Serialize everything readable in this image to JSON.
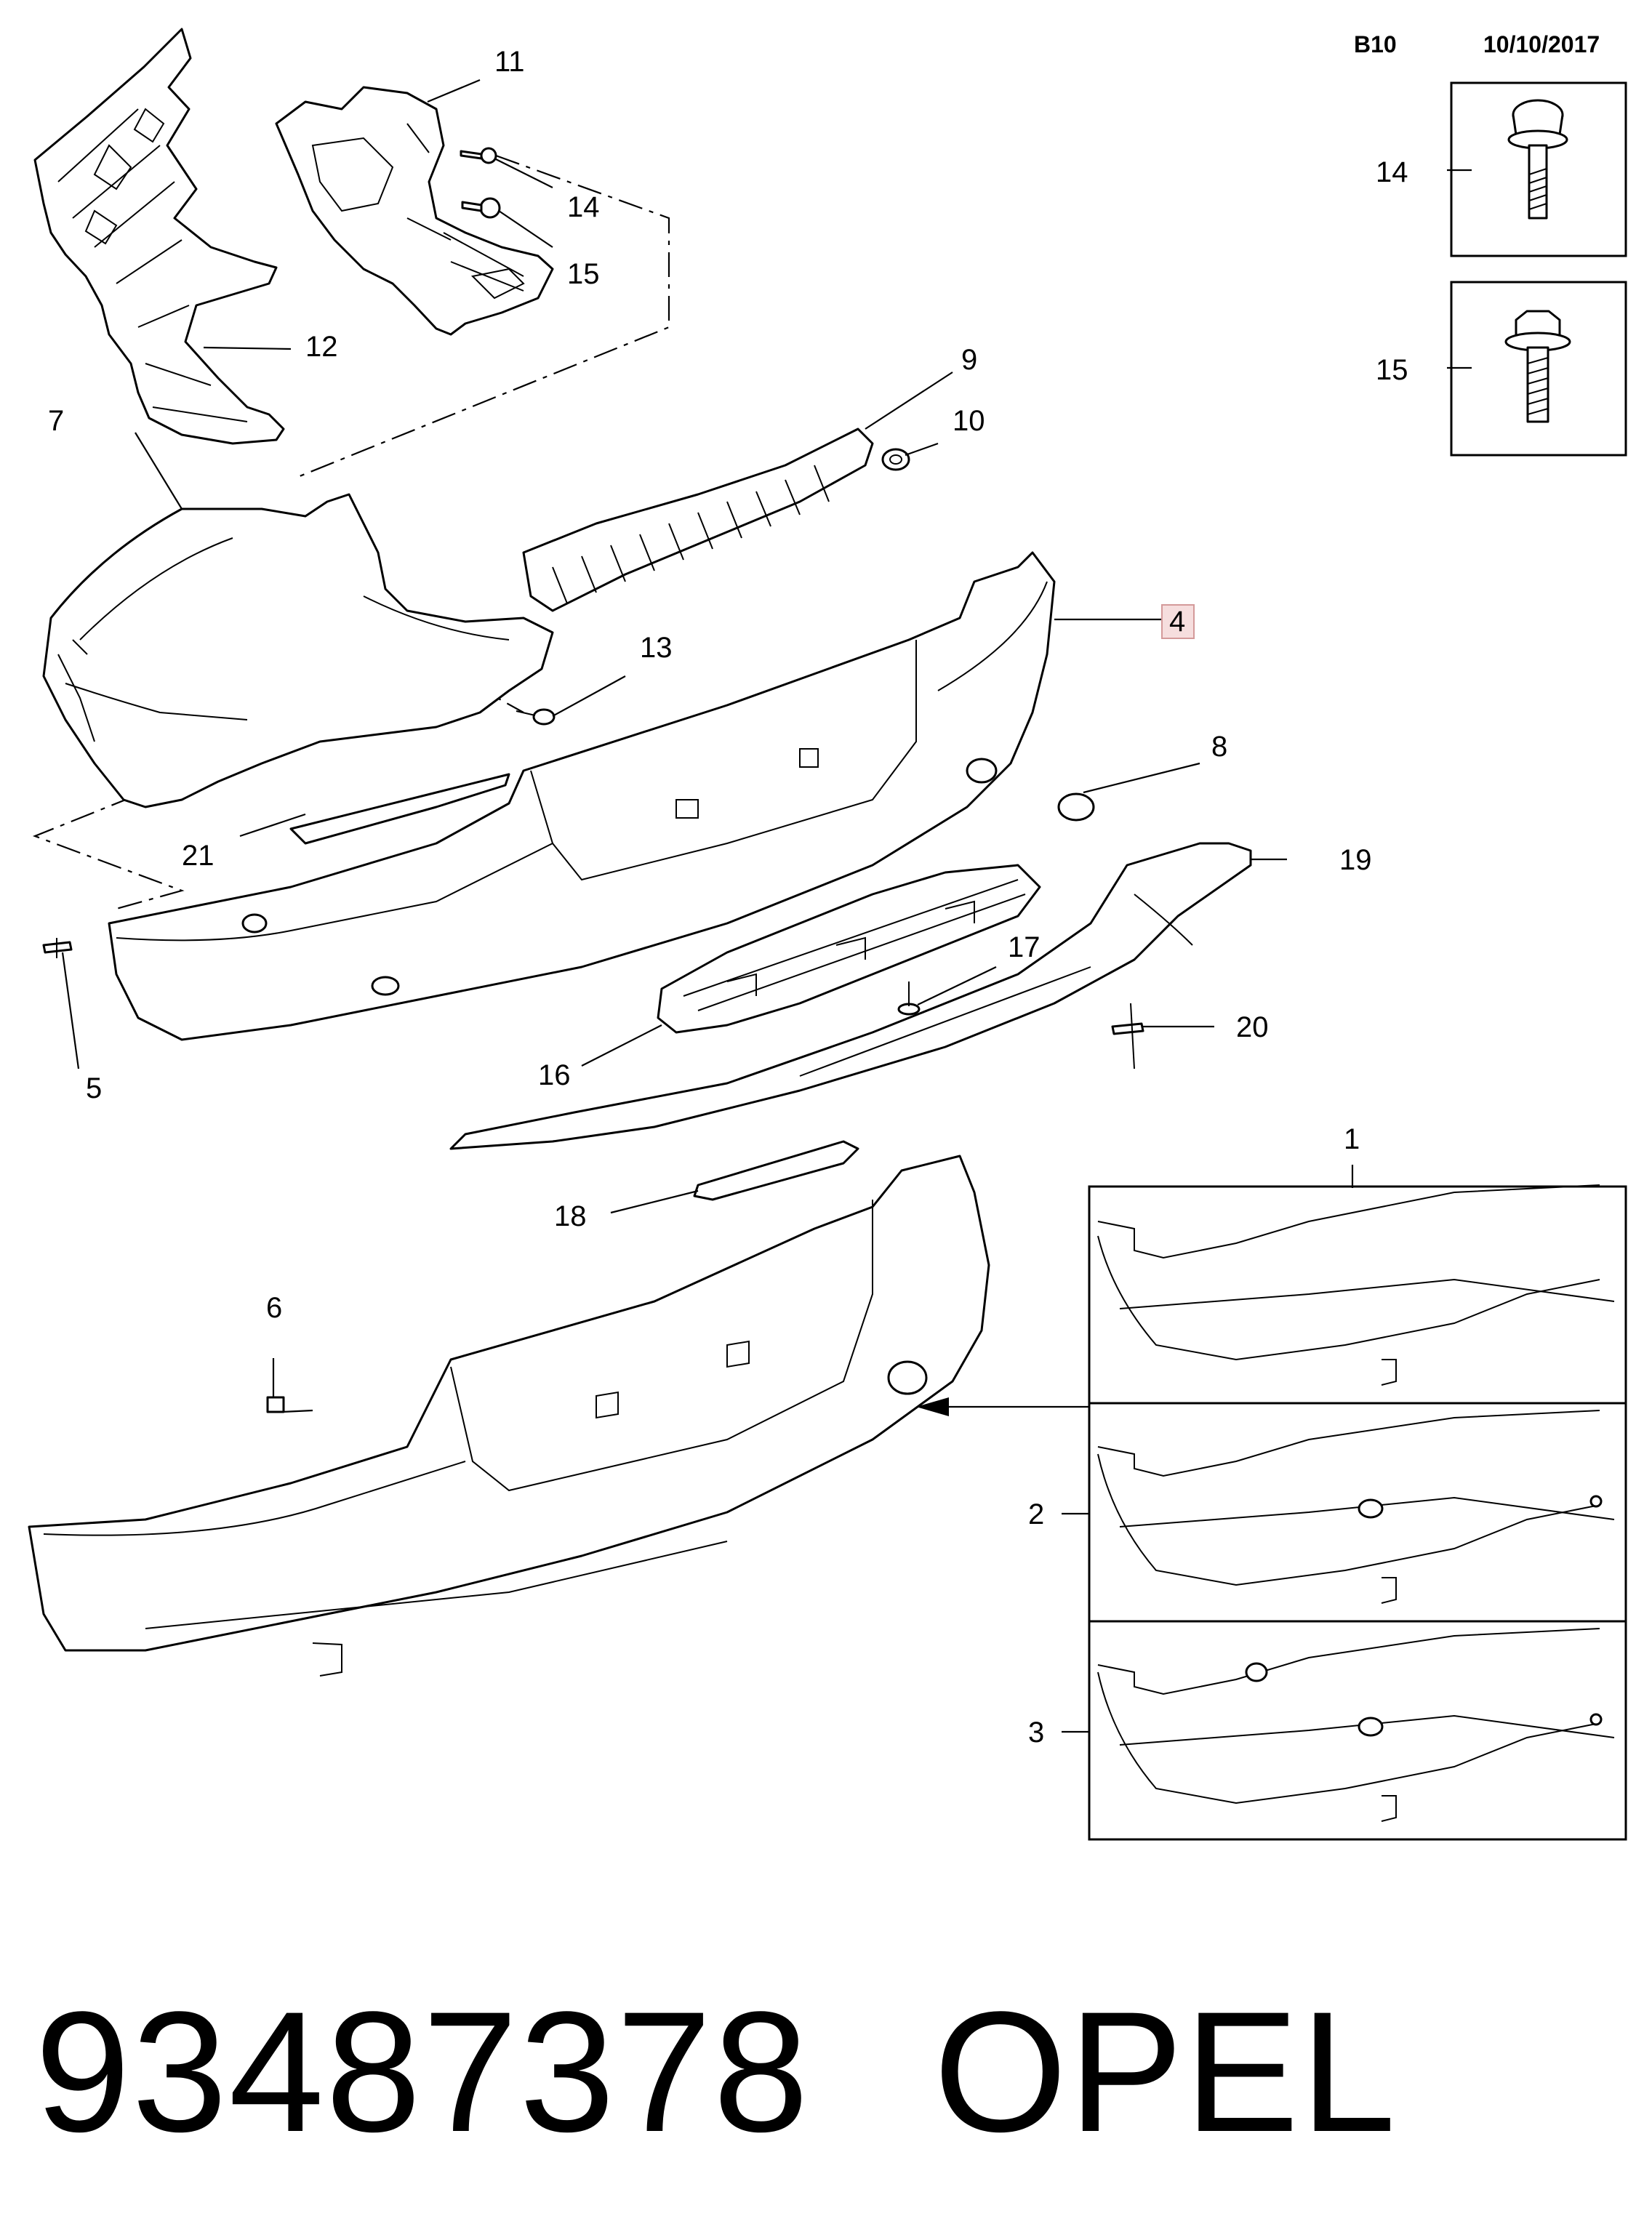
{
  "header": {
    "code": "B10",
    "date": "10/10/2017"
  },
  "callouts": {
    "p1": "1",
    "p2": "2",
    "p3": "3",
    "p4": "4",
    "p5": "5",
    "p6": "6",
    "p7": "7",
    "p8": "8",
    "p9": "9",
    "p10": "10",
    "p11": "11",
    "p12": "12",
    "p13": "13",
    "p14": "14",
    "p15": "15",
    "p16": "16",
    "p17": "17",
    "p18": "18",
    "p19": "19",
    "p20": "20",
    "p21": "21"
  },
  "detail_boxes": {
    "box14": "14",
    "box15": "15"
  },
  "variants": {
    "v1": "1",
    "v2": "2",
    "v3": "3"
  },
  "footer": {
    "part_number": "93487378",
    "brand": "OPEL"
  },
  "colors": {
    "highlight_fill": "#f6dede",
    "highlight_stroke": "#d49a9a",
    "line": "#000000"
  }
}
